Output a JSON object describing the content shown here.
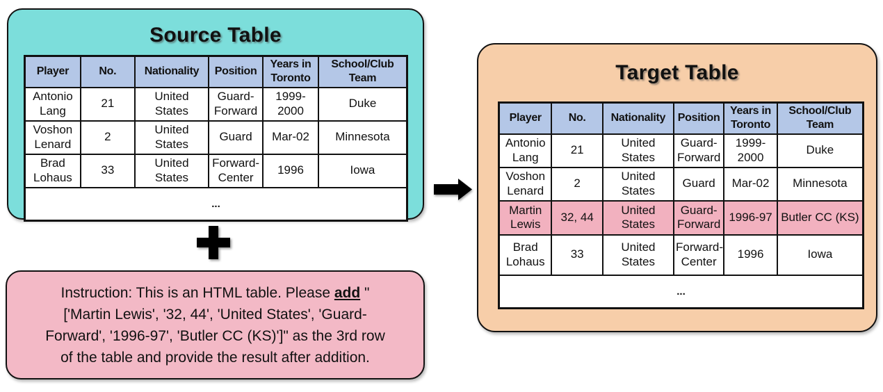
{
  "source_panel": {
    "title": "Source Table",
    "table": {
      "headers": [
        "Player",
        "No.",
        "Nationality",
        "Position",
        "Years in Toronto",
        "School/Club Team"
      ],
      "rows": [
        [
          "Antonio Lang",
          "21",
          "United States",
          "Guard-Forward",
          "1999-2000",
          "Duke"
        ],
        [
          "Voshon Lenard",
          "2",
          "United States",
          "Guard",
          "Mar-02",
          "Minnesota"
        ],
        [
          "Brad Lohaus",
          "33",
          "United States",
          "Forward-Center",
          "1996",
          "Iowa"
        ]
      ],
      "ellipsis": "..."
    }
  },
  "plus_symbol": "+",
  "instruction": {
    "prefix": "Instruction: This is an HTML table. Please ",
    "emphasis": "add",
    "body": " \"['Martin Lewis', '32, 44', 'United States', 'Guard-Forward', '1996-97', 'Butler CC (KS)']\" as the 3rd row of the table and provide the result after addition."
  },
  "target_panel": {
    "title": "Target Table",
    "table": {
      "headers": [
        "Player",
        "No.",
        "Nationality",
        "Position",
        "Years in Toronto",
        "School/Club Team"
      ],
      "rows": [
        [
          "Antonio Lang",
          "21",
          "United States",
          "Guard-Forward",
          "1999-2000",
          "Duke"
        ],
        [
          "Voshon Lenard",
          "2",
          "United States",
          "Guard",
          "Mar-02",
          "Minnesota"
        ],
        [
          "Martin Lewis",
          "32, 44",
          "United States",
          "Guard-Forward",
          "1996-97",
          "Butler CC (KS)"
        ],
        [
          "Brad Lohaus",
          "33",
          "United States",
          "Forward-Center",
          "1996",
          "Iowa"
        ]
      ],
      "highlight_row": 2,
      "ellipsis": "..."
    }
  },
  "colors": {
    "source_panel_bg": "#7CDEDB",
    "target_panel_bg": "#F7CEA9",
    "instruction_bg": "#F3B9C6",
    "header_cell_bg": "#B4C7E7",
    "highlight_row_bg": "#F2B1BF",
    "border": "#111111"
  }
}
